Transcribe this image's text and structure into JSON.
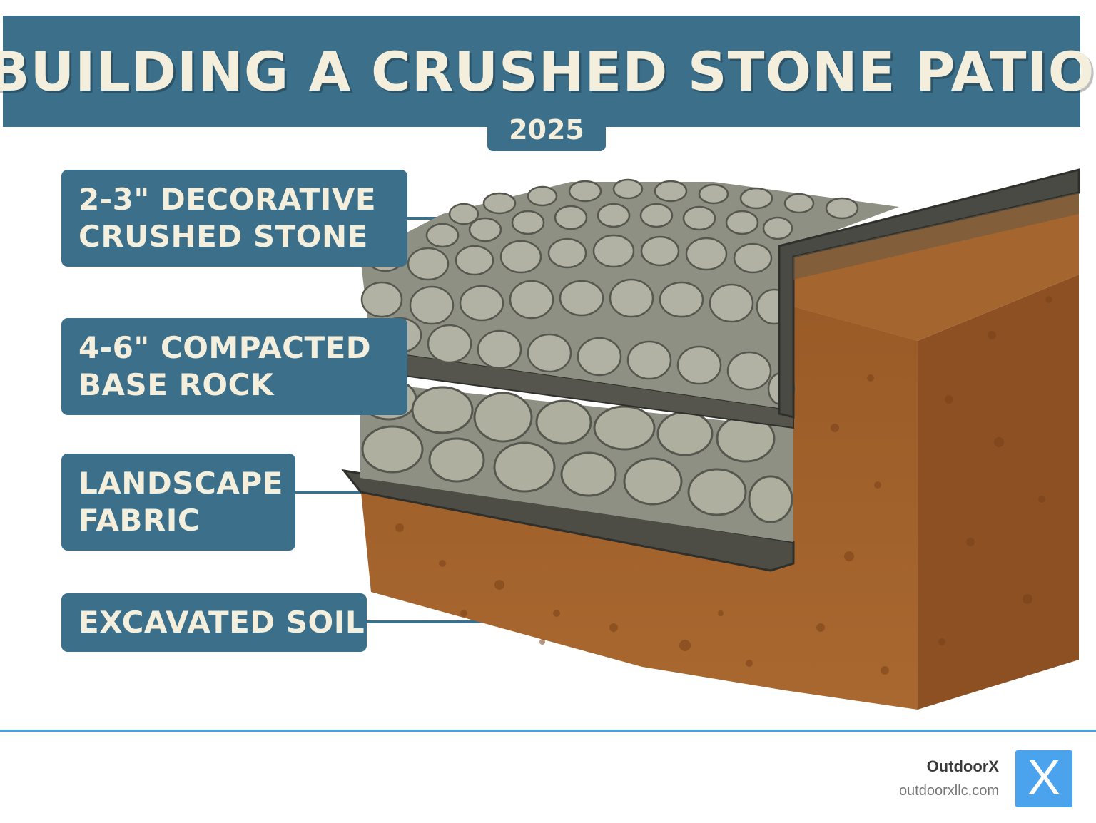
{
  "title": "BUILDING A CRUSHED STONE PATIO",
  "year": "2025",
  "layers": [
    {
      "lines": [
        "2-3\" DECORATIVE",
        "CRUSHED STONE"
      ]
    },
    {
      "lines": [
        "4-6\" COMPACTED",
        "BASE ROCK"
      ]
    },
    {
      "lines": [
        "LANDSCAPE",
        "FABRIC"
      ]
    },
    {
      "lines": [
        "EXCAVATED SOIL"
      ]
    }
  ],
  "brand": {
    "name": "OutdoorX",
    "url": "outdoorxllc.com",
    "logo_letter": "X"
  },
  "colors": {
    "banner": "#3b6f8a",
    "text": "#f4efdc",
    "soil": "#a0612d",
    "stone": "#a7a89a",
    "edging": "#4a4a44",
    "accent": "#4a9fe0"
  }
}
